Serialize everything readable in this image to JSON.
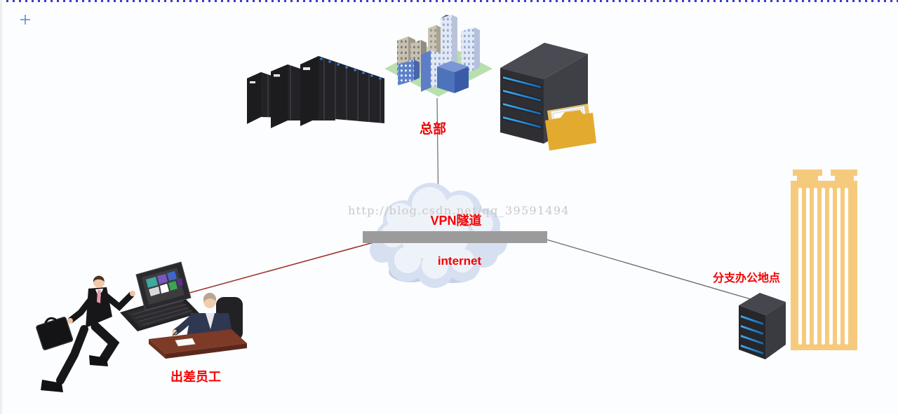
{
  "watermark": {
    "text": "http://blog.csdn.net/qq_39591494",
    "color": "#c8c8c8"
  },
  "labels": {
    "headquarters": "总部",
    "vpn_tunnel": "VPN隧道",
    "internet": "internet",
    "traveling_employee": "出差员工",
    "branch_office": "分支办公地点"
  },
  "nodes": {
    "datacenter": {
      "icon": "server-racks-icon"
    },
    "headquarters_city": {
      "icon": "city-buildings-icon"
    },
    "file_server": {
      "icon": "server-tower-folder-icon"
    },
    "internet_cloud": {
      "icon": "cloud-icon"
    },
    "vpn_tunnel_bar": {
      "icon": "tunnel-bar"
    },
    "running_employee": {
      "icon": "running-businessman-icon"
    },
    "laptop": {
      "icon": "laptop-icon"
    },
    "desk_worker": {
      "icon": "desk-worker-icon"
    },
    "branch_building": {
      "icon": "office-building-icon"
    },
    "branch_server": {
      "icon": "server-tower-icon"
    },
    "selection_cross": {
      "icon": "plus-crosshair-icon"
    }
  },
  "colors": {
    "label_red": "#f50000",
    "tunnel_gray": "#9b9b9b",
    "cloud_blue": "#d6e0f1",
    "branch_building_tan": "#f6ca7d",
    "city_base_green": "#b9dfae",
    "red_link_line": "#9e3631",
    "gray_link_line": "#6f6f6f",
    "dotted_border_blue": "#3a3ace"
  }
}
